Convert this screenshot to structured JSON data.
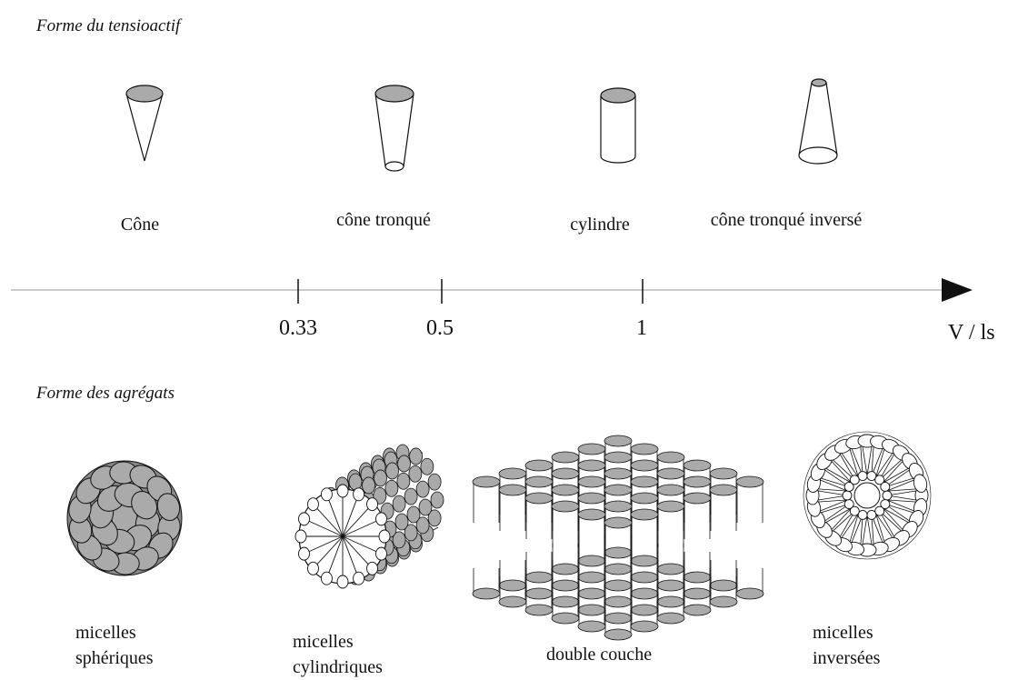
{
  "section_titles": {
    "surfactant_shape": "Forme du tensioactif",
    "aggregate_shape": "Forme des agrégats"
  },
  "shapes": [
    {
      "id": "cone",
      "label": "Cône"
    },
    {
      "id": "truncated-cone",
      "label": "cône tronqué"
    },
    {
      "id": "cylinder",
      "label": "cylindre"
    },
    {
      "id": "inverted-truncated-cone",
      "label": "cône tronqué inversé"
    }
  ],
  "axis": {
    "label": "V / ls",
    "ticks": [
      "0.33",
      "0.5",
      "1"
    ]
  },
  "aggregates": [
    {
      "id": "spherical-micelles",
      "label_line1": "micelles",
      "label_line2": "sphériques"
    },
    {
      "id": "cylindrical-micelles",
      "label_line1": "micelles",
      "label_line2": "cylindriques"
    },
    {
      "id": "bilayer",
      "label_line1": "double couche",
      "label_line2": ""
    },
    {
      "id": "inverted-micelles",
      "label_line1": "micelles",
      "label_line2": "inversées"
    }
  ],
  "colors": {
    "fill": "#aaaaaa",
    "stroke": "#111111",
    "axis": "#bbbbbb"
  }
}
